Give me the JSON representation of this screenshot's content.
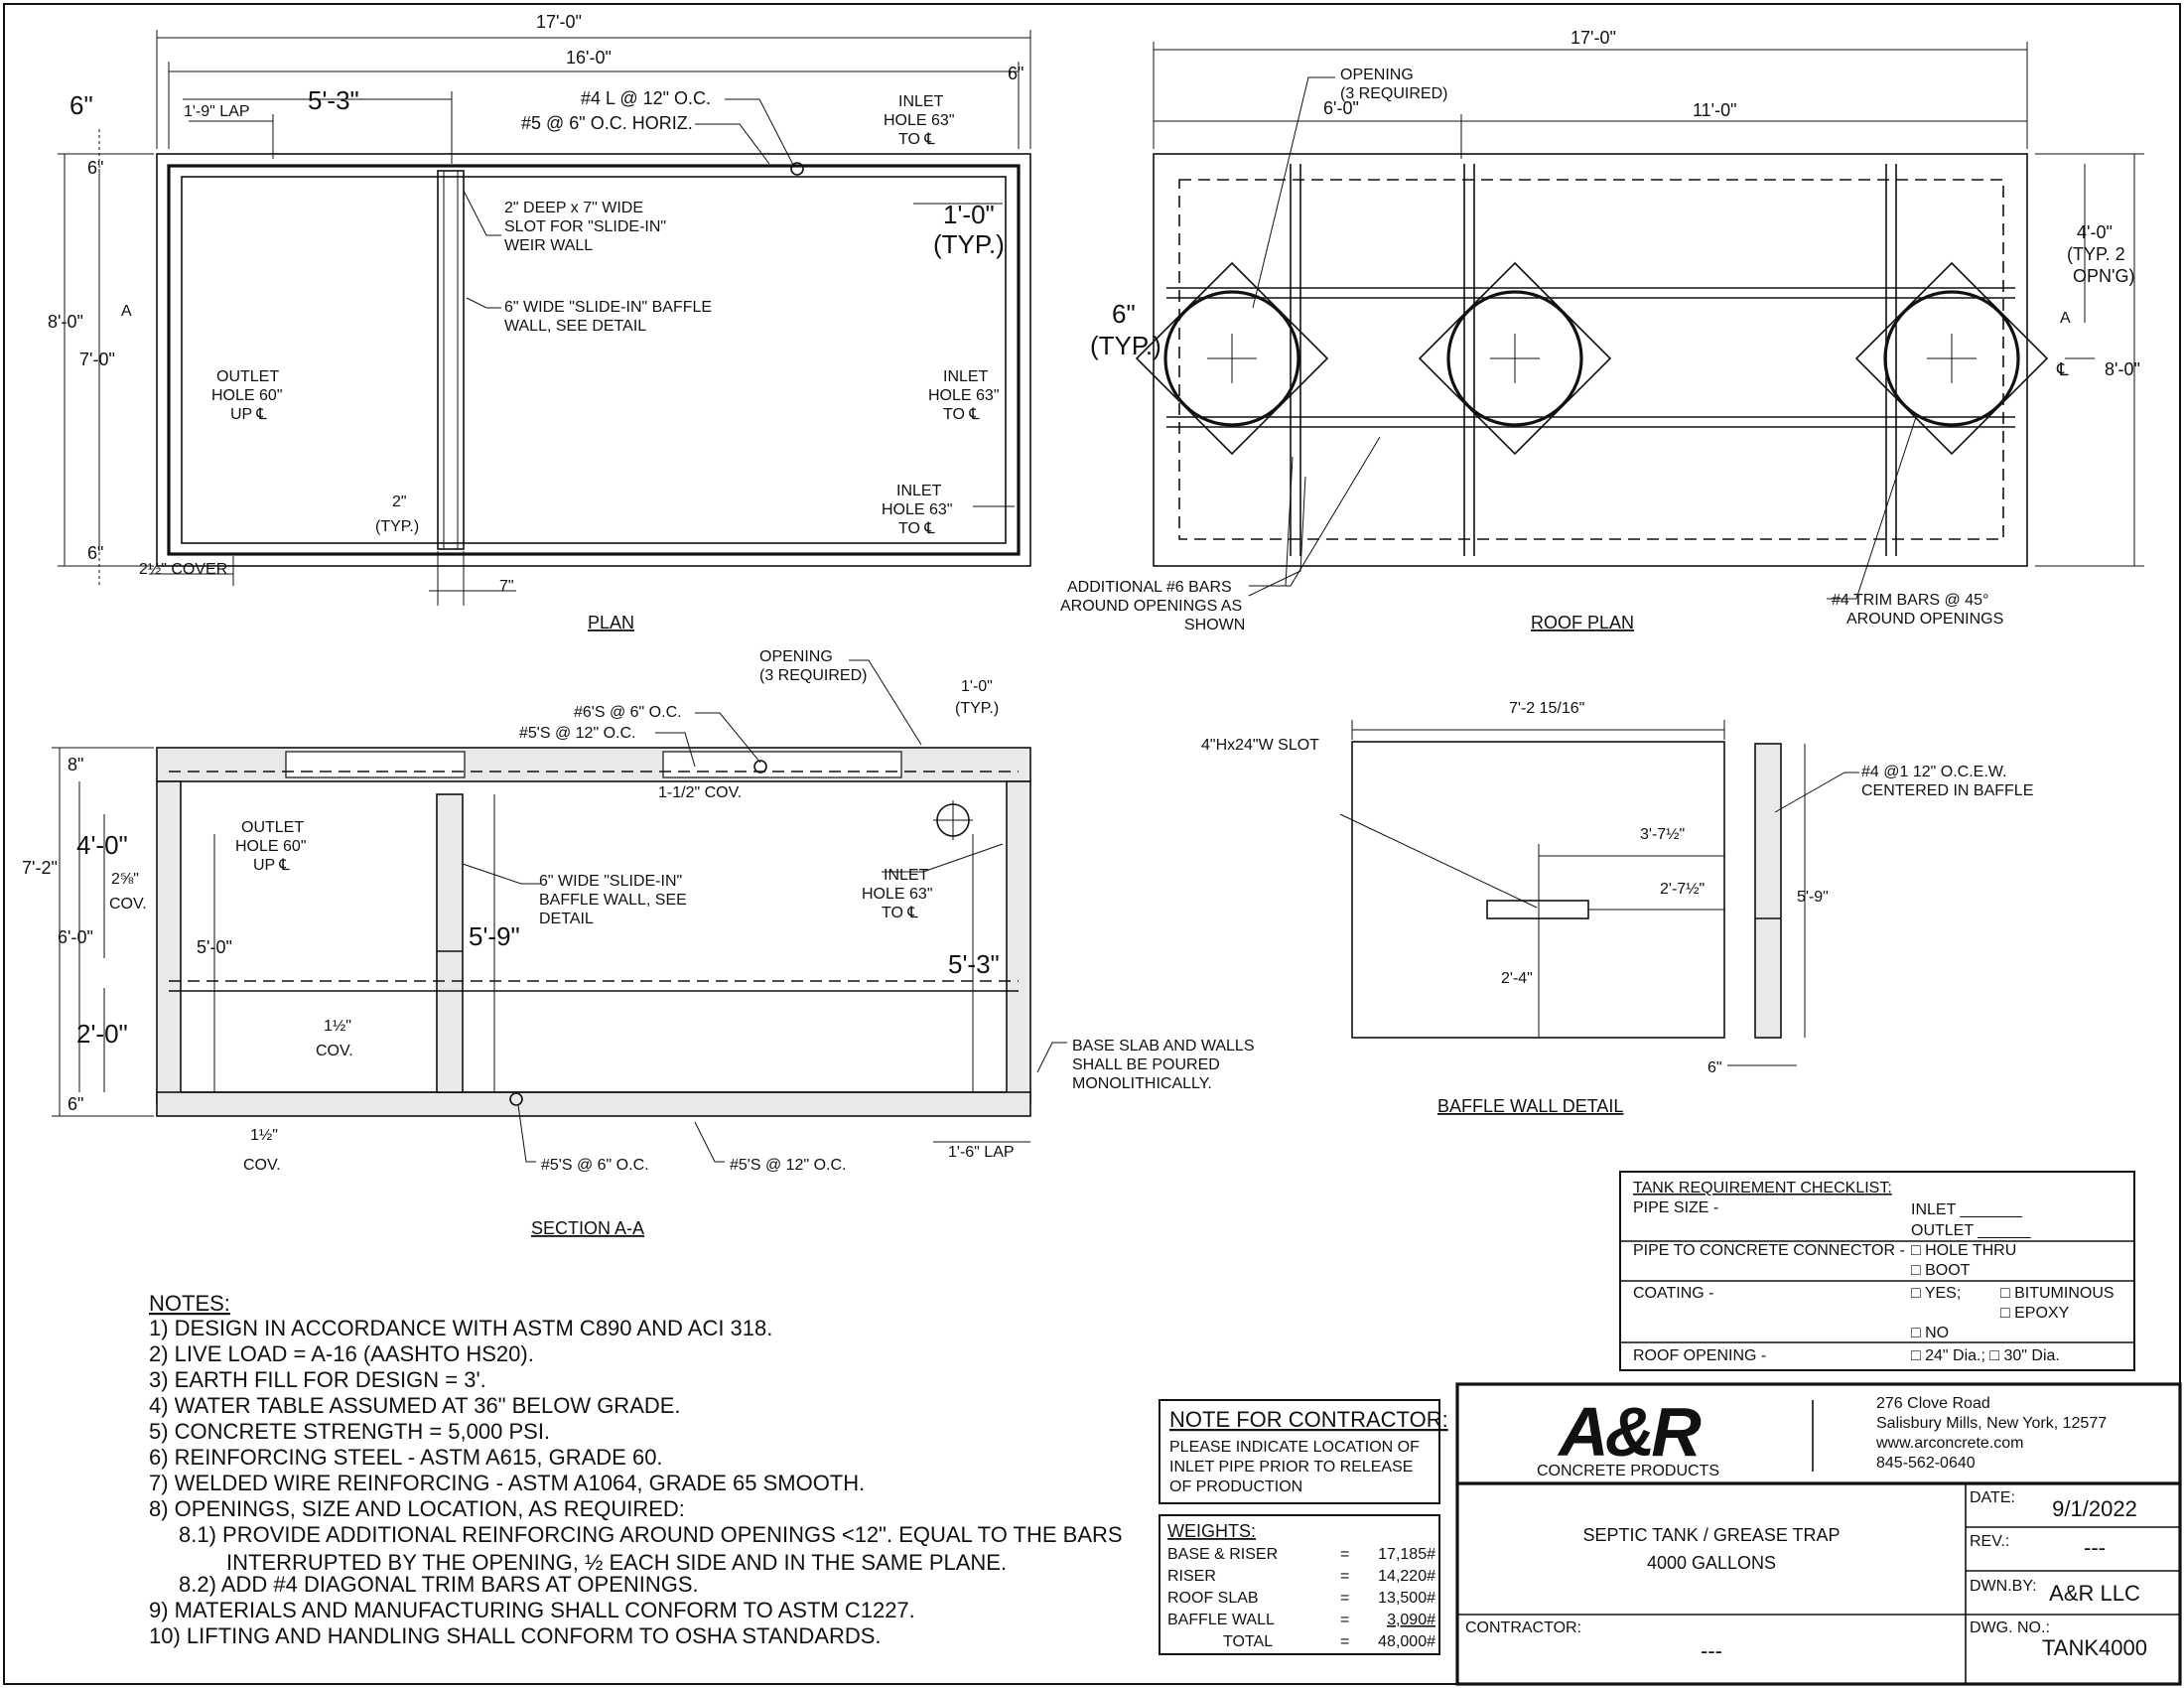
{
  "plan": {
    "title": "PLAN",
    "dim_overall": "17'-0\"",
    "dim_inner": "16'-0\"",
    "dim_left_wall": "6\"",
    "dim_right_wall": "6\"",
    "lap": "1'-9\" LAP",
    "dim_5_3": "5'-3\"",
    "rebar_4l": "#4 L @ 12\" O.C.",
    "rebar_5h": "#5 @ 6\" O.C. HORIZ.",
    "inlet_top": [
      "INLET",
      "HOLE 63\"",
      "TO ℄"
    ],
    "slot_note": [
      "2\" DEEP x 7\" WIDE",
      "SLOT FOR \"SLIDE-IN\"",
      "WEIR WALL"
    ],
    "baffle_note": [
      "6\" WIDE \"SLIDE-IN\" BAFFLE",
      "WALL, SEE DETAIL"
    ],
    "dim_1_0": "1'-0\"",
    "typ": "(TYP.)",
    "dim_8_0": "8'-0\"",
    "dim_7_0": "7'-0\"",
    "dim_6_top": "6\"",
    "dim_6_bottom": "6\"",
    "section_mark": "A",
    "outlet": [
      "OUTLET",
      "HOLE 60\"",
      "UP ℄"
    ],
    "inlet_mid": [
      "INLET",
      "HOLE 63\"",
      "TO ℄"
    ],
    "inlet_low": [
      "INLET",
      "HOLE 63\"",
      "TO ℄"
    ],
    "dim_2": "2\"",
    "dim_2_typ": "(TYP.)",
    "cover": "2½\" COVER",
    "dim_7": "7\""
  },
  "roof_plan": {
    "title": "ROOF PLAN",
    "dim_overall": "17'-0\"",
    "opening_note": [
      "OPENING",
      "(3 REQUIRED)"
    ],
    "dim_6_0": "6'-0\"",
    "dim_11_0": "11'-0\"",
    "dim_6": "6\"",
    "typ": "(TYP.)",
    "dim_4_0": [
      "4'-0\"",
      "(TYP. 2",
      "OPN'G)"
    ],
    "dim_8_0": "8'-0\"",
    "section_mark": "A",
    "centerline": "℄",
    "bars_note": [
      "ADDITIONAL #6 BARS",
      "AROUND OPENINGS AS",
      "SHOWN"
    ],
    "trim_note": [
      "#4 TRIM BARS @ 45°",
      "AROUND OPENINGS"
    ]
  },
  "section": {
    "title": "SECTION A-A",
    "opening_note": [
      "OPENING",
      "(3 REQUIRED)"
    ],
    "rebar_6s": "#6'S @ 6\" O.C.",
    "rebar_5s": "#5'S @ 12\" O.C.",
    "cov_top": "1-1/2\" COV.",
    "dim_1_0": "1'-0\"",
    "typ": "(TYP.)",
    "dim_8": "8\"",
    "dim_7_2": "7'-2\"",
    "dim_4_0": "4'-0\"",
    "cov_left": "2⅝\"",
    "cov_left_label": "COV.",
    "dim_6_0": "6'-0\"",
    "outlet": [
      "OUTLET",
      "HOLE 60\"",
      "UP ℄"
    ],
    "baffle_note": [
      "6\" WIDE \"SLIDE-IN\"",
      "BAFFLE WALL, SEE",
      "DETAIL"
    ],
    "inlet": [
      "INLET",
      "HOLE 63\"",
      "TO ℄"
    ],
    "dim_5_0": "5'-0\"",
    "dim_5_9": "5'-9\"",
    "dim_5_3": "5'-3\"",
    "cov_mid": "1½\"",
    "cov_mid_label": "COV.",
    "dim_2_0": "2'-0\"",
    "dim_6_bottom": "6\"",
    "base_note": [
      "BASE SLAB AND WALLS",
      "SHALL BE POURED",
      "MONOLITHICALLY."
    ],
    "cov_bottom": "1½\"",
    "cov_bottom_label": "COV.",
    "rebar_5s_6": "#5'S @ 6\" O.C.",
    "rebar_5s_12": "#5'S @ 12\" O.C.",
    "lap": "1'-6\" LAP"
  },
  "baffle_detail": {
    "title": "BAFFLE WALL DETAIL",
    "slot": "4\"Hx24\"W SLOT",
    "dim_width": "7'-2 15/16\"",
    "dim_3_7": "3'-7½\"",
    "dim_2_7": "2'-7½\"",
    "dim_2_4": "2'-4\"",
    "dim_5_9": "5'-9\"",
    "dim_6": "6\"",
    "rebar": [
      "#4 @1 12\" O.C.E.W.",
      "CENTERED IN BAFFLE"
    ]
  },
  "checklist": {
    "title": "TANK REQUIREMENT CHECKLIST:",
    "pipe_size": "PIPE SIZE -",
    "inlet": "INLET _______",
    "outlet": "OUTLET ______",
    "connector": "PIPE TO CONCRETE CONNECTOR -",
    "hole_thru": "□ HOLE THRU",
    "boot": "□ BOOT",
    "coating": "COATING -",
    "yes": "□ YES;",
    "bituminous": "□ BITUMINOUS",
    "epoxy": "□ EPOXY",
    "no": "□ NO",
    "roof_opening": "ROOF OPENING -",
    "dia": "□ 24\" Dia.;  □ 30\" Dia."
  },
  "notes": {
    "title": "NOTES:",
    "items": [
      "1) DESIGN IN ACCORDANCE WITH ASTM C890 AND ACI 318.",
      "2) LIVE LOAD = A-16 (AASHTO HS20).",
      "3) EARTH FILL FOR DESIGN = 3'.",
      "4) WATER TABLE ASSUMED AT 36\" BELOW GRADE.",
      "5) CONCRETE STRENGTH = 5,000 PSI.",
      "6) REINFORCING STEEL - ASTM A615, GRADE 60.",
      "7) WELDED WIRE REINFORCING - ASTM A1064, GRADE 65 SMOOTH.",
      "8) OPENINGS, SIZE AND LOCATION, AS REQUIRED:",
      "8.1) PROVIDE ADDITIONAL REINFORCING AROUND OPENINGS <12\". EQUAL TO THE BARS",
      "INTERRUPTED BY THE OPENING, ½  EACH SIDE AND IN THE SAME PLANE.",
      "8.2) ADD #4 DIAGONAL TRIM BARS AT OPENINGS.",
      "9) MATERIALS AND MANUFACTURING SHALL CONFORM TO ASTM C1227.",
      "10) LIFTING AND HANDLING SHALL CONFORM TO OSHA STANDARDS."
    ]
  },
  "contractor_note": {
    "title": "NOTE FOR CONTRACTOR:",
    "lines": [
      "PLEASE INDICATE LOCATION OF",
      "INLET PIPE PRIOR TO RELEASE",
      "OF PRODUCTION"
    ]
  },
  "weights": {
    "title": "WEIGHTS:",
    "rows": [
      {
        "label": "BASE & RISER",
        "value": "17,185#"
      },
      {
        "label": "RISER",
        "value": "14,220#"
      },
      {
        "label": "ROOF SLAB",
        "value": "13,500#"
      },
      {
        "label": "BAFFLE WALL",
        "value": "3,090#"
      },
      {
        "label": "TOTAL",
        "value": "48,000#"
      }
    ],
    "eq": "="
  },
  "title_block": {
    "logo": "A&R",
    "logo_sub": "CONCRETE PRODUCTS",
    "address": [
      "276 Clove Road",
      "Salisbury Mills, New York, 12577",
      "www.arconcrete.com",
      "845-562-0640"
    ],
    "project": [
      "SEPTIC TANK / GREASE TRAP",
      "4000 GALLONS"
    ],
    "contractor_label": "CONTRACTOR:",
    "contractor_value": "---",
    "date_label": "DATE:",
    "date_value": "9/1/2022",
    "rev_label": "REV.:",
    "rev_value": "---",
    "dwn_label": "DWN.BY:",
    "dwn_value": "A&R LLC",
    "dwg_label": "DWG. NO.:",
    "dwg_value": "TANK4000"
  }
}
